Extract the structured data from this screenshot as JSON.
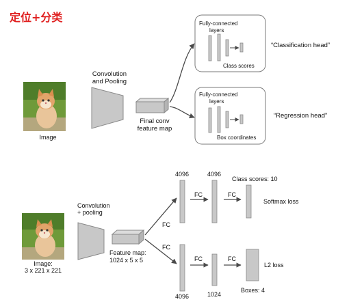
{
  "title": "定位+分类",
  "top": {
    "image_label": "Image",
    "conv_label": [
      "Convolution",
      "and Pooling"
    ],
    "feature_label": [
      "Final conv",
      "feature map"
    ],
    "class_box": {
      "header": [
        "Fully-connected",
        "layers"
      ],
      "footer": "Class scores"
    },
    "reg_box": {
      "header": [
        "Fully-connected",
        "layers"
      ],
      "footer": "Box coordinates"
    },
    "class_head": "“Classification head”",
    "reg_head": "“Regression head”"
  },
  "bottom": {
    "image_label": [
      "Image:",
      "3 x 221 x 221"
    ],
    "conv_label": [
      "Convolution",
      "+ pooling"
    ],
    "feature_label": [
      "Feature map:",
      "1024 x 5 x 5"
    ],
    "fc_label": "FC",
    "upper": {
      "size1": "4096",
      "size2": "4096",
      "scores": "Class scores: 10",
      "loss": "Softmax loss"
    },
    "lower": {
      "size1": "4096",
      "size2": "1024",
      "boxes": "Boxes: 4",
      "loss": "L2 loss"
    }
  },
  "colors": {
    "title": "#e02020",
    "block_fill": "#c8c8c8",
    "block_stroke": "#8a8a8a",
    "arrow": "#4a4a4a"
  }
}
